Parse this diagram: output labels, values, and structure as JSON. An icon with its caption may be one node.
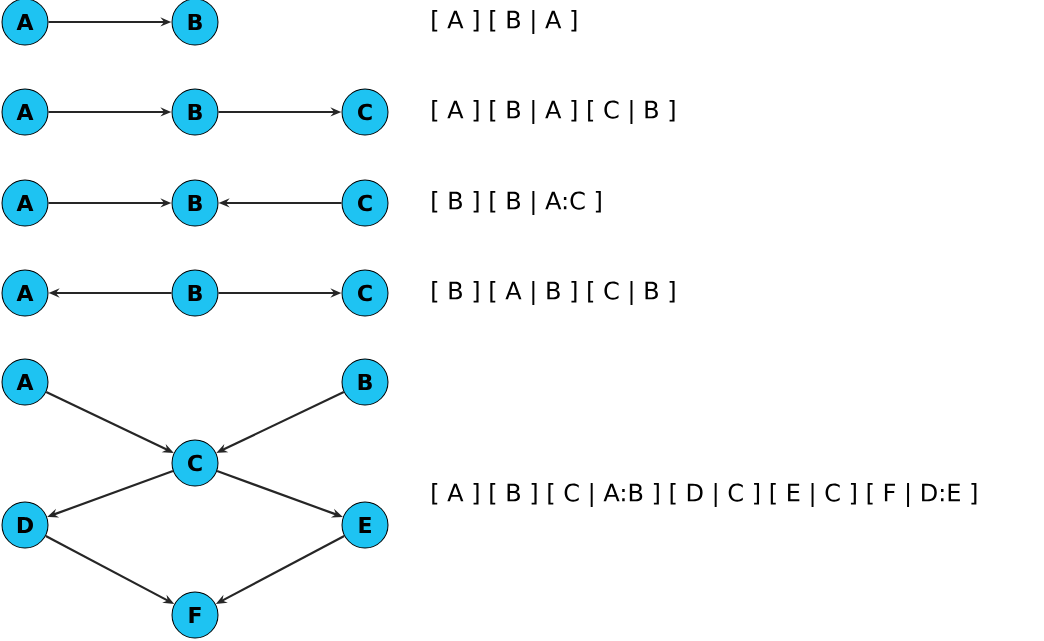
{
  "diagram": {
    "nodes": [
      {
        "text": [
          "A"
        ]
      },
      {
        "text": [
          "B"
        ]
      },
      {
        "text": [
          "A"
        ]
      },
      {
        "text": [
          "B"
        ]
      },
      {
        "text": [
          "C"
        ]
      },
      {
        "text": [
          "A"
        ]
      },
      {
        "text": [
          "B"
        ]
      },
      {
        "text": [
          "C"
        ]
      },
      {
        "text": [
          "A"
        ]
      },
      {
        "text": [
          "B"
        ]
      },
      {
        "text": [
          "C"
        ]
      },
      {
        "text": [
          "A"
        ]
      },
      {
        "text": [
          "B"
        ]
      },
      {
        "text": [
          "C"
        ]
      },
      {
        "text": [
          "D"
        ]
      },
      {
        "text": [
          "E"
        ]
      },
      {
        "text": [
          "F"
        ]
      }
    ],
    "edges": [
      {
        "from": 0,
        "to": 1,
        "arrow": "to"
      },
      {
        "from": 2,
        "to": 3,
        "arrow": "to"
      },
      {
        "from": 3,
        "to": 4,
        "arrow": "to"
      },
      {
        "from": 5,
        "to": 6,
        "arrow": "to"
      },
      {
        "from": 7,
        "to": 6,
        "arrow": "to"
      },
      {
        "from": 9,
        "to": 8,
        "arrow": "to"
      },
      {
        "from": 9,
        "to": 10,
        "arrow": "to"
      },
      {
        "from": 11,
        "to": 13,
        "arrow": "to"
      },
      {
        "from": 12,
        "to": 13,
        "arrow": "to"
      },
      {
        "from": 13,
        "to": 14,
        "arrow": "to"
      },
      {
        "from": 13,
        "to": 15,
        "arrow": "to"
      },
      {
        "from": 14,
        "to": 16,
        "arrow": "to"
      },
      {
        "from": 15,
        "to": 16,
        "arrow": "to"
      }
    ],
    "labels": [
      "[ A ] [ B | A ]",
      "[ A ] [ B | A ] [ C | B ]",
      "[ B ] [ B | A:C ]",
      "[ B ] [ A | B ] [ C | B ]",
      "[ A ] [ B ] [ C | A:B ] [ D | C ] [ E | C ] [ F | D:E ]"
    ]
  }
}
